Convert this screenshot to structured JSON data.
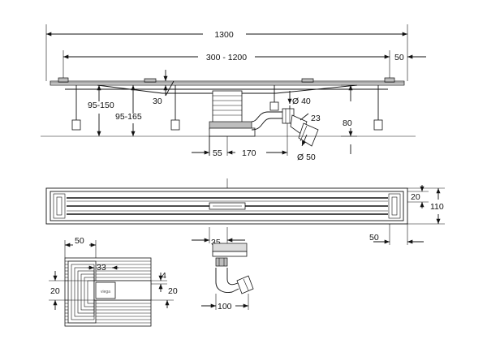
{
  "dimensions": {
    "overall_length": "1300",
    "channel_length": "300 - 1200",
    "end_offset_top": "50",
    "foot_height_range": "95-150",
    "overall_height_range": "95-165",
    "top_thickness": "30",
    "outlet_diameter": "Ø 40",
    "outlet_angle": "23",
    "outlet_depth": "80",
    "drain_diameter": "Ø 50",
    "offset_55": "55",
    "offset_170": "170",
    "cover_height": "20",
    "body_height": "110",
    "end_offset_plan": "50",
    "detail_width": "50",
    "detail_inner": "33",
    "detail_height_left": "20",
    "detail_gap": "4",
    "detail_height_right": "20",
    "section_width": "35",
    "section_outlet": "100"
  },
  "labels": {
    "brand_mark": "viega"
  }
}
